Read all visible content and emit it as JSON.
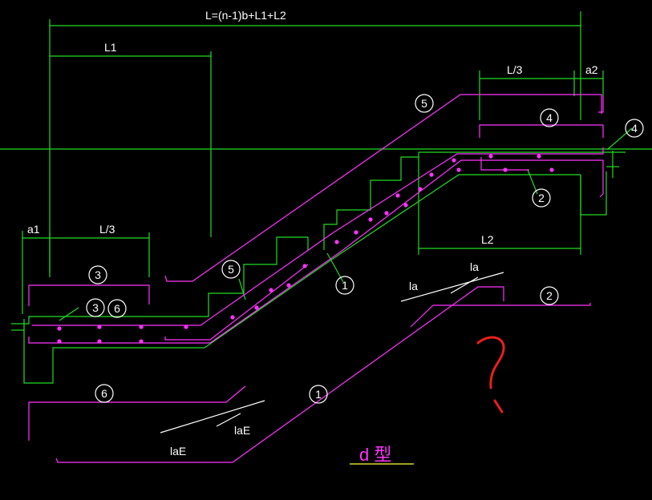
{
  "drawing": {
    "title": "d 型",
    "dims": {
      "total": "L=(n-1)b+L1+L2",
      "l1": "L1",
      "l2": "L2",
      "l3_top": "L/3",
      "l3_left": "L/3",
      "a1": "a1",
      "a2": "a2",
      "la_left": "la",
      "la_right": "la",
      "lae_left": "laE",
      "lae_right": "laE"
    },
    "bar_labels": {
      "b5_top": "5",
      "b4_top": "4",
      "b4_right": "4",
      "b2_top": "2",
      "b3_left": "3",
      "b36_a": "3",
      "b36_b": "6",
      "b5_mid": "5",
      "b1_mid": "1",
      "b2_detail": "2",
      "b6_detail": "6",
      "b1_detail": "1"
    },
    "annotation_mark": "?",
    "colors": {
      "structure": "#22dd22",
      "rebar": "#ff33ff",
      "label": "#ffffff",
      "leader": "#ffff33",
      "annotation": "#e8201a",
      "background": "#000000"
    }
  }
}
